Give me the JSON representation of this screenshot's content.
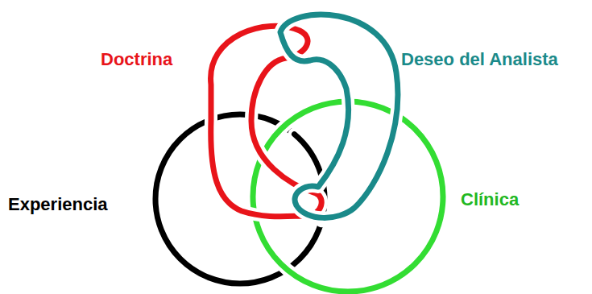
{
  "diagram": {
    "labels": [
      "Doctrina",
      "Deseo del Analista",
      "Experiencia",
      "Clínica"
    ]
  }
}
